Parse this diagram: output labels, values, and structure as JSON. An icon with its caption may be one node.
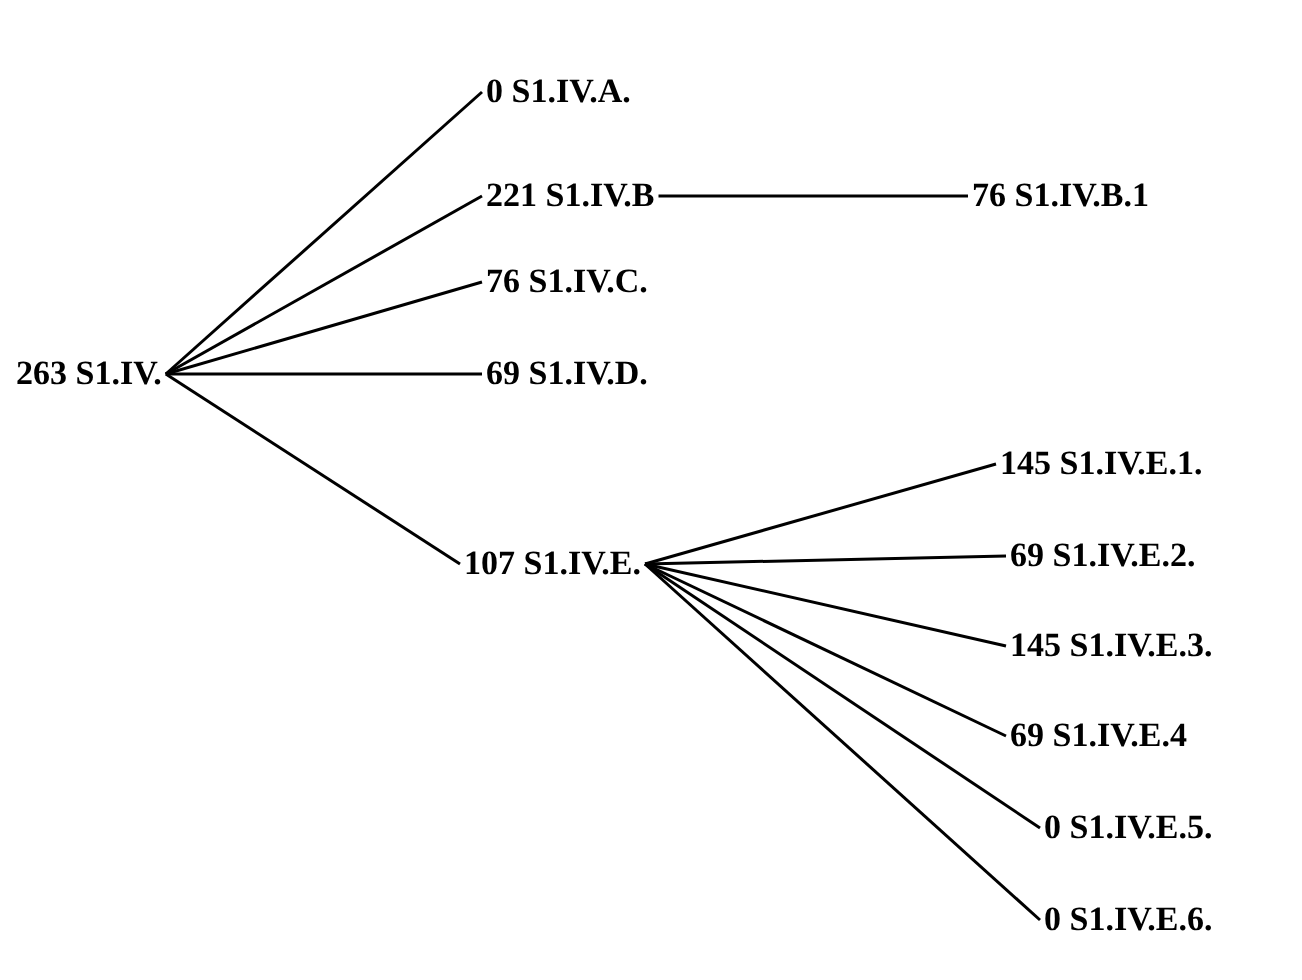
{
  "diagram": {
    "nodes": [
      {
        "text": [
          "263 S1.IV."
        ]
      },
      {
        "text": [
          "0 S1.IV.A."
        ]
      },
      {
        "text": [
          "221 S1.IV.B"
        ]
      },
      {
        "text": [
          "76 S1.IV.B.1"
        ]
      },
      {
        "text": [
          "76 S1.IV.C."
        ]
      },
      {
        "text": [
          "69 S1.IV.D."
        ]
      },
      {
        "text": [
          "107 S1.IV.E."
        ]
      },
      {
        "text": [
          "145 S1.IV.E.1."
        ]
      },
      {
        "text": [
          "69 S1.IV.E.2."
        ]
      },
      {
        "text": [
          "145 S1.IV.E.3."
        ]
      },
      {
        "text": [
          "69 S1.IV.E.4"
        ]
      },
      {
        "text": [
          "0 S1.IV.E.5."
        ]
      },
      {
        "text": [
          "0 S1.IV.E.6."
        ]
      }
    ],
    "edges": [
      {
        "from": 0,
        "to": 1,
        "arrow": "none"
      },
      {
        "from": 0,
        "to": 2,
        "arrow": "none"
      },
      {
        "from": 2,
        "to": 3,
        "arrow": "none"
      },
      {
        "from": 0,
        "to": 4,
        "arrow": "none"
      },
      {
        "from": 0,
        "to": 5,
        "arrow": "none"
      },
      {
        "from": 0,
        "to": 6,
        "arrow": "none"
      },
      {
        "from": 6,
        "to": 7,
        "arrow": "none"
      },
      {
        "from": 6,
        "to": 8,
        "arrow": "none"
      },
      {
        "from": 6,
        "to": 9,
        "arrow": "none"
      },
      {
        "from": 6,
        "to": 10,
        "arrow": "none"
      },
      {
        "from": 6,
        "to": 11,
        "arrow": "none"
      },
      {
        "from": 6,
        "to": 12,
        "arrow": "none"
      }
    ]
  }
}
